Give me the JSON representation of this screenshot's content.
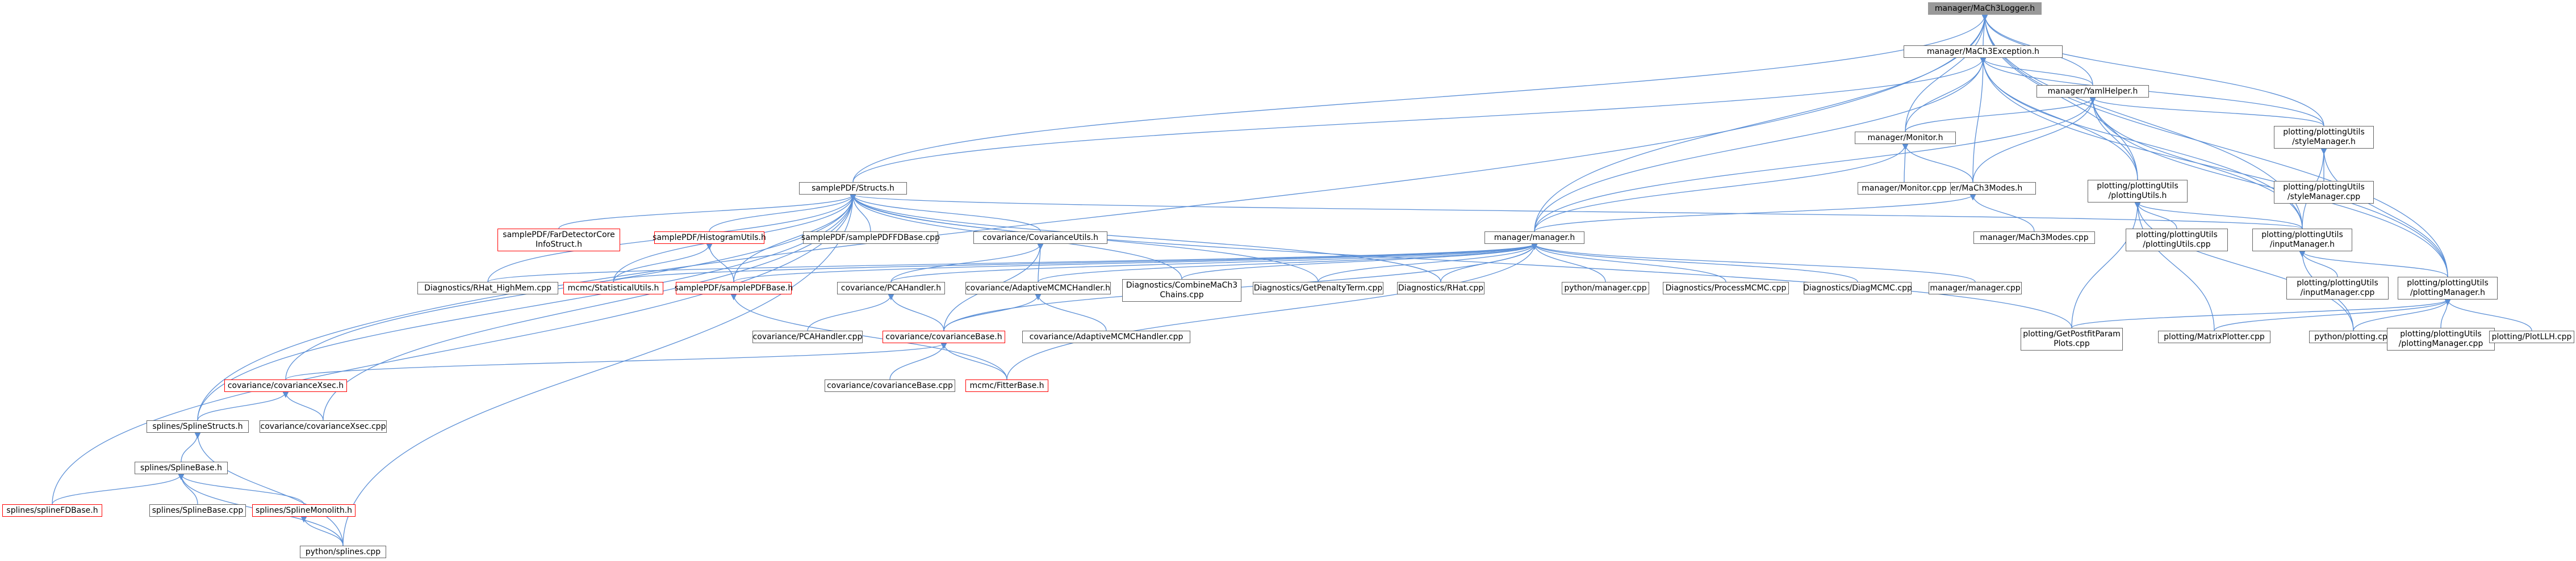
{
  "nodes": [
    {
      "id": "n0",
      "label": "manager/MaCh3Logger.h",
      "style": "root"
    },
    {
      "id": "n1",
      "label": "manager/MaCh3Exception.h"
    },
    {
      "id": "n2",
      "label": "manager/YamlHelper.h"
    },
    {
      "id": "n3",
      "label": "manager/Monitor.h"
    },
    {
      "id": "n4",
      "label": "plotting/plottingUtils\n/styleManager.h"
    },
    {
      "id": "n5",
      "label": "samplePDF/Structs.h"
    },
    {
      "id": "n6",
      "label": "manager/MaCh3Modes.h"
    },
    {
      "id": "n7",
      "label": "manager/Monitor.cpp"
    },
    {
      "id": "n8",
      "label": "plotting/plottingUtils\n/styleManager.cpp"
    },
    {
      "id": "n9",
      "label": "plotting/plottingUtils\n/plottingUtils.h"
    },
    {
      "id": "n10",
      "label": "manager/MaCh3Modes.cpp"
    },
    {
      "id": "n11",
      "label": "samplePDF/FarDetectorCore\nInfoStruct.h",
      "style": "red"
    },
    {
      "id": "n12",
      "label": "samplePDF/HistogramUtils.h",
      "style": "red"
    },
    {
      "id": "n13",
      "label": "samplePDF/samplePDFFDBase.cpp"
    },
    {
      "id": "n14",
      "label": "covariance/CovarianceUtils.h"
    },
    {
      "id": "n15",
      "label": "manager/manager.h"
    },
    {
      "id": "n16",
      "label": "plotting/plottingUtils\n/plottingUtils.cpp"
    },
    {
      "id": "n17",
      "label": "plotting/plottingUtils\n/inputManager.h"
    },
    {
      "id": "n18",
      "label": "Diagnostics/RHat_HighMem.cpp"
    },
    {
      "id": "n19",
      "label": "mcmc/StatisticalUtils.h",
      "style": "red"
    },
    {
      "id": "n20",
      "label": "samplePDF/samplePDFBase.h",
      "style": "red"
    },
    {
      "id": "n21",
      "label": "covariance/PCAHandler.h"
    },
    {
      "id": "n22",
      "label": "covariance/AdaptiveMCMCHandler.h"
    },
    {
      "id": "n23",
      "label": "Diagnostics/CombineMaCh3\nChains.cpp"
    },
    {
      "id": "n24",
      "label": "Diagnostics/GetPenaltyTerm.cpp"
    },
    {
      "id": "n25",
      "label": "Diagnostics/RHat.cpp"
    },
    {
      "id": "n26",
      "label": "python/manager.cpp"
    },
    {
      "id": "n27",
      "label": "Diagnostics/ProcessMCMC.cpp"
    },
    {
      "id": "n28",
      "label": "Diagnostics/DiagMCMC.cpp"
    },
    {
      "id": "n29",
      "label": "manager/manager.cpp"
    },
    {
      "id": "n30",
      "label": "plotting/plottingUtils\n/inputManager.cpp"
    },
    {
      "id": "n31",
      "label": "plotting/plottingUtils\n/plottingManager.h"
    },
    {
      "id": "n32",
      "label": "covariance/PCAHandler.cpp"
    },
    {
      "id": "n33",
      "label": "covariance/covarianceBase.h",
      "style": "red"
    },
    {
      "id": "n34",
      "label": "covariance/AdaptiveMCMCHandler.cpp"
    },
    {
      "id": "n35",
      "label": "plotting/GetPostfitParam\nPlots.cpp"
    },
    {
      "id": "n36",
      "label": "plotting/MatrixPlotter.cpp"
    },
    {
      "id": "n37",
      "label": "python/plotting.cpp"
    },
    {
      "id": "n38",
      "label": "plotting/plottingUtils\n/plottingManager.cpp"
    },
    {
      "id": "n39",
      "label": "plotting/PlotLLH.cpp"
    },
    {
      "id": "n40",
      "label": "covariance/covarianceXsec.h",
      "style": "red"
    },
    {
      "id": "n41",
      "label": "covariance/covarianceBase.cpp"
    },
    {
      "id": "n42",
      "label": "mcmc/FitterBase.h",
      "style": "red"
    },
    {
      "id": "n43",
      "label": "splines/SplineStructs.h"
    },
    {
      "id": "n44",
      "label": "covariance/covarianceXsec.cpp"
    },
    {
      "id": "n45",
      "label": "splines/SplineBase.h"
    },
    {
      "id": "n46",
      "label": "splines/splineFDBase.h",
      "style": "red"
    },
    {
      "id": "n47",
      "label": "splines/SplineBase.cpp"
    },
    {
      "id": "n48",
      "label": "splines/SplineMonolith.h",
      "style": "red"
    },
    {
      "id": "n49",
      "label": "python/splines.cpp"
    }
  ],
  "edges": [
    [
      "n0",
      "n1"
    ],
    [
      "n0",
      "n2"
    ],
    [
      "n0",
      "n3"
    ],
    [
      "n0",
      "n4"
    ],
    [
      "n0",
      "n5"
    ],
    [
      "n0",
      "n15"
    ],
    [
      "n0",
      "n9"
    ],
    [
      "n0",
      "n17"
    ],
    [
      "n0",
      "n31"
    ],
    [
      "n0",
      "n43"
    ],
    [
      "n1",
      "n2"
    ],
    [
      "n1",
      "n3"
    ],
    [
      "n1",
      "n4"
    ],
    [
      "n1",
      "n5"
    ],
    [
      "n1",
      "n6"
    ],
    [
      "n1",
      "n9"
    ],
    [
      "n1",
      "n15"
    ],
    [
      "n1",
      "n17"
    ],
    [
      "n1",
      "n31"
    ],
    [
      "n2",
      "n3"
    ],
    [
      "n2",
      "n4"
    ],
    [
      "n2",
      "n6"
    ],
    [
      "n2",
      "n9"
    ],
    [
      "n2",
      "n15"
    ],
    [
      "n2",
      "n17"
    ],
    [
      "n2",
      "n31"
    ],
    [
      "n3",
      "n7"
    ],
    [
      "n3",
      "n6"
    ],
    [
      "n3",
      "n15"
    ],
    [
      "n4",
      "n8"
    ],
    [
      "n4",
      "n31"
    ],
    [
      "n4",
      "n17"
    ],
    [
      "n6",
      "n10"
    ],
    [
      "n6",
      "n15"
    ],
    [
      "n9",
      "n16"
    ],
    [
      "n9",
      "n17"
    ],
    [
      "n9",
      "n35"
    ],
    [
      "n9",
      "n36"
    ],
    [
      "n9",
      "n37"
    ],
    [
      "n5",
      "n11"
    ],
    [
      "n5",
      "n12"
    ],
    [
      "n5",
      "n13"
    ],
    [
      "n5",
      "n14"
    ],
    [
      "n5",
      "n19"
    ],
    [
      "n5",
      "n20"
    ],
    [
      "n5",
      "n18"
    ],
    [
      "n5",
      "n23"
    ],
    [
      "n5",
      "n24"
    ],
    [
      "n5",
      "n25"
    ],
    [
      "n5",
      "n17"
    ],
    [
      "n5",
      "n40"
    ],
    [
      "n5",
      "n43"
    ],
    [
      "n5",
      "n44"
    ],
    [
      "n5",
      "n46"
    ],
    [
      "n5",
      "n49"
    ],
    [
      "n5",
      "n35"
    ],
    [
      "n12",
      "n19"
    ],
    [
      "n12",
      "n20"
    ],
    [
      "n14",
      "n21"
    ],
    [
      "n14",
      "n22"
    ],
    [
      "n14",
      "n33"
    ],
    [
      "n15",
      "n18"
    ],
    [
      "n15",
      "n19"
    ],
    [
      "n15",
      "n20"
    ],
    [
      "n15",
      "n21"
    ],
    [
      "n15",
      "n22"
    ],
    [
      "n15",
      "n23"
    ],
    [
      "n15",
      "n24"
    ],
    [
      "n15",
      "n25"
    ],
    [
      "n15",
      "n26"
    ],
    [
      "n15",
      "n27"
    ],
    [
      "n15",
      "n28"
    ],
    [
      "n15",
      "n29"
    ],
    [
      "n15",
      "n33"
    ],
    [
      "n15",
      "n42"
    ],
    [
      "n17",
      "n30"
    ],
    [
      "n17",
      "n31"
    ],
    [
      "n17",
      "n37"
    ],
    [
      "n31",
      "n35"
    ],
    [
      "n31",
      "n36"
    ],
    [
      "n31",
      "n37"
    ],
    [
      "n31",
      "n38"
    ],
    [
      "n31",
      "n39"
    ],
    [
      "n20",
      "n42"
    ],
    [
      "n21",
      "n32"
    ],
    [
      "n21",
      "n33"
    ],
    [
      "n22",
      "n34"
    ],
    [
      "n22",
      "n33"
    ],
    [
      "n33",
      "n40"
    ],
    [
      "n33",
      "n41"
    ],
    [
      "n33",
      "n42"
    ],
    [
      "n40",
      "n43"
    ],
    [
      "n40",
      "n44"
    ],
    [
      "n43",
      "n45"
    ],
    [
      "n43",
      "n49"
    ],
    [
      "n45",
      "n46"
    ],
    [
      "n45",
      "n47"
    ],
    [
      "n45",
      "n48"
    ],
    [
      "n45",
      "n49"
    ],
    [
      "n48",
      "n49"
    ]
  ],
  "colors": {
    "edge": "#5b8fd6",
    "border": "#666666",
    "red_border": "#ff0000",
    "root_fill": "#999999"
  }
}
